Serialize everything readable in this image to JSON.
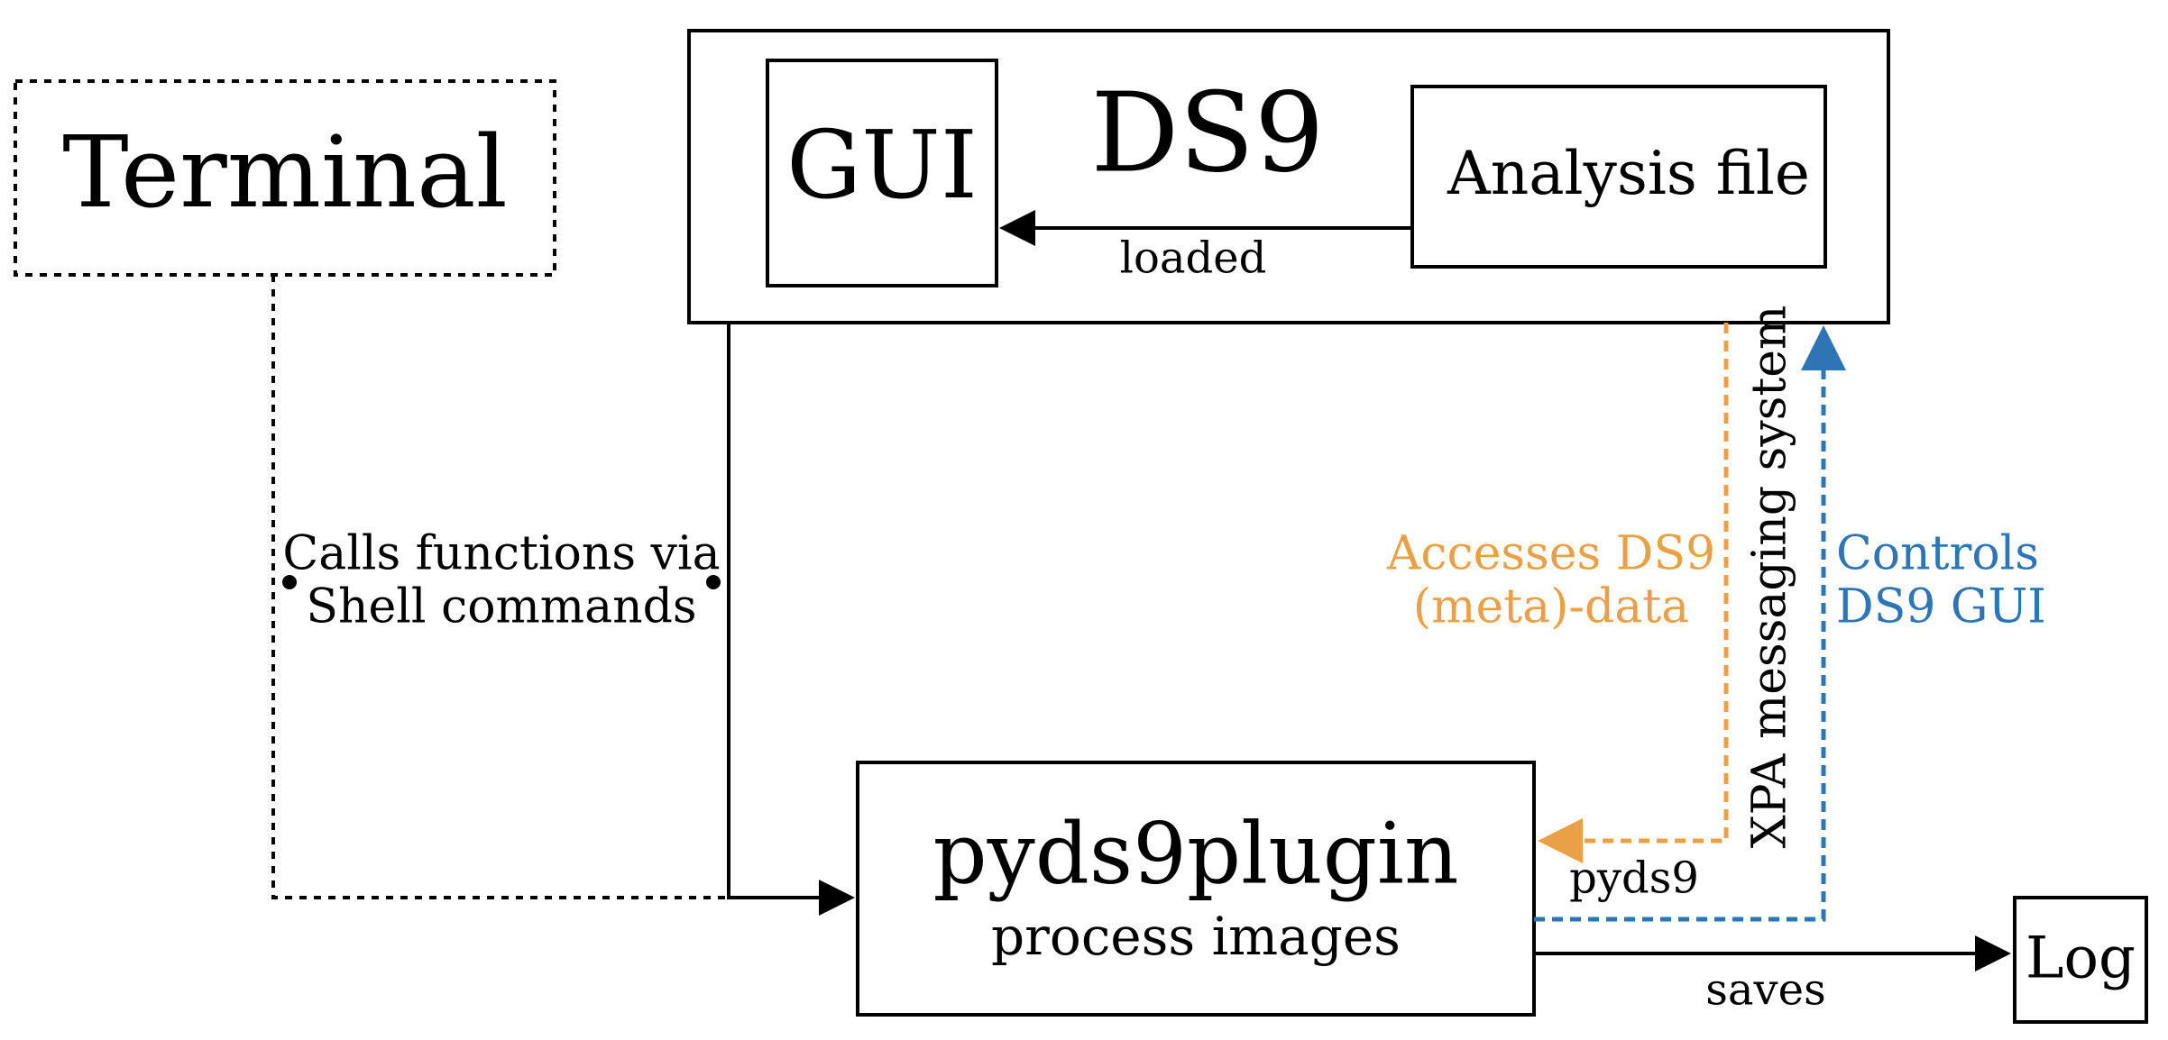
{
  "colors": {
    "line": "#000000",
    "orange": "#E9A047",
    "blue": "#2E75B6",
    "background": "#FFFFFF"
  },
  "nodes": {
    "terminal": "Terminal",
    "ds9": "DS9",
    "gui": "GUI",
    "analysis_file": "Analysis file",
    "pyds9plugin": "pyds9plugin",
    "pyds9plugin_sub": "process images",
    "log": "Log"
  },
  "edges": {
    "loaded": "loaded",
    "calls_line1": "Calls functions via",
    "calls_line2": "Shell commands",
    "accesses_line1": "Accesses DS9",
    "accesses_line2": "(meta)-data",
    "xpa": "XPA messaging system",
    "controls_line1": "Controls",
    "controls_line2": "DS9 GUI",
    "pyds9": "pyds9",
    "saves": "saves"
  }
}
